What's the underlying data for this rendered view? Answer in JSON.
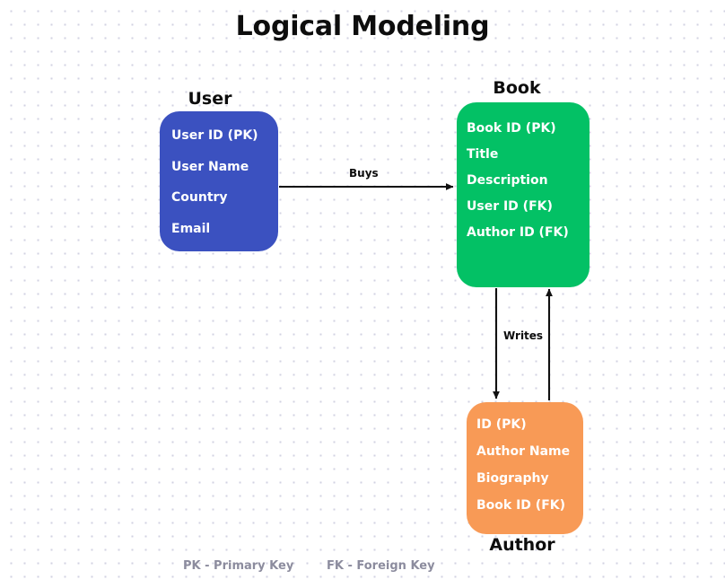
{
  "page": {
    "title": "Logical Modeling",
    "background_color": "#ffffff",
    "dot_color": "#d2d2e2"
  },
  "entities": {
    "user": {
      "label": "User",
      "color": "#3b51c0",
      "fields": [
        "User ID (PK)",
        "User Name",
        "Country",
        "Email"
      ]
    },
    "book": {
      "label": "Book",
      "color": "#03c165",
      "fields": [
        "Book ID (PK)",
        "Title",
        "Description",
        "User ID (FK)",
        "Author ID (FK)"
      ]
    },
    "author": {
      "label": "Author",
      "color": "#f89a56",
      "fields": [
        "ID (PK)",
        "Author Name",
        "Biography",
        "Book ID (FK)"
      ]
    }
  },
  "relationships": [
    {
      "label": "Buys",
      "from": "user",
      "to": "book",
      "direction": "right"
    },
    {
      "label": "Writes",
      "from": "book",
      "to": "author",
      "direction": "bidirectional"
    }
  ],
  "legend": {
    "pk": "PK - Primary Key",
    "fk": "FK - Foreign Key",
    "color": "#8c8c9e"
  }
}
